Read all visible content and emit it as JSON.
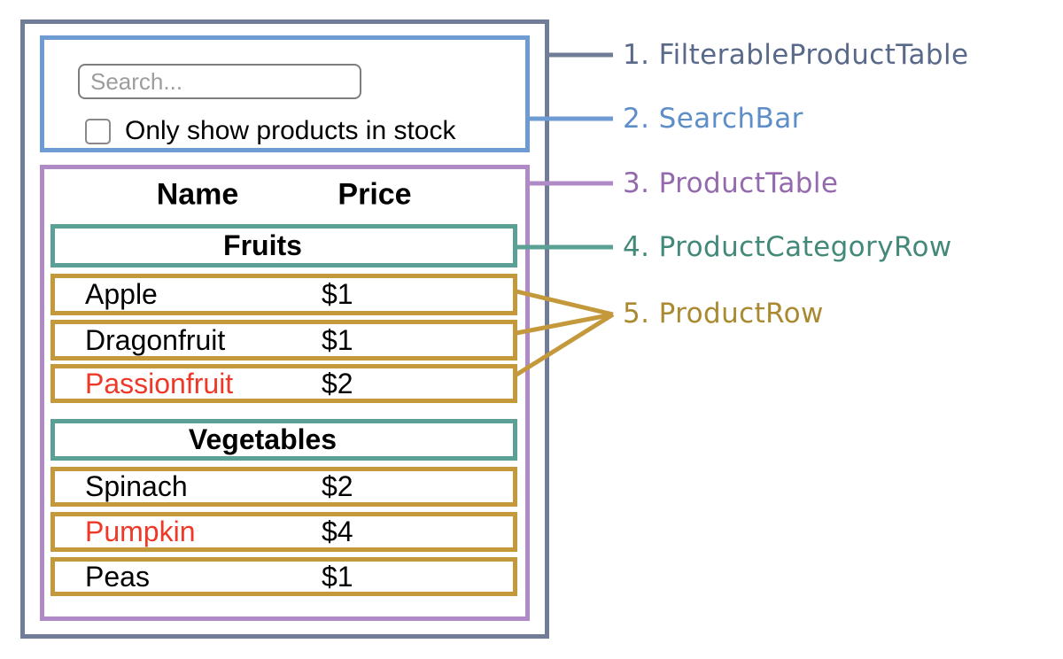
{
  "colors": {
    "frame-border": "#717c96",
    "frame-text": "#59698a",
    "search-border": "#6f9bd3",
    "search-text": "#5e8ec8",
    "table-border": "#b08ac7",
    "table-text": "#9569ad",
    "category-border": "#5aa094",
    "category-text": "#43897a",
    "row-border": "#c4993c",
    "row-text": "#a98a31",
    "out-of-stock": "#ef3828"
  },
  "search_bar": {
    "placeholder": "Search...",
    "checkbox_label": "Only show products in stock",
    "checkbox_checked": false
  },
  "product_table": {
    "headers": {
      "name": "Name",
      "price": "Price"
    },
    "sections": [
      {
        "category": "Fruits",
        "rows": [
          {
            "name": "Apple",
            "price": "$1",
            "out_of_stock": false
          },
          {
            "name": "Dragonfruit",
            "price": "$1",
            "out_of_stock": false
          },
          {
            "name": "Passionfruit",
            "price": "$2",
            "out_of_stock": true
          }
        ]
      },
      {
        "category": "Vegetables",
        "rows": [
          {
            "name": "Spinach",
            "price": "$2",
            "out_of_stock": false
          },
          {
            "name": "Pumpkin",
            "price": "$4",
            "out_of_stock": true
          },
          {
            "name": "Peas",
            "price": "$1",
            "out_of_stock": false
          }
        ]
      }
    ]
  },
  "legend": {
    "items": [
      {
        "text": "1. FilterableProductTable"
      },
      {
        "text": "2. SearchBar"
      },
      {
        "text": "3. ProductTable"
      },
      {
        "text": "4. ProductCategoryRow"
      },
      {
        "text": "5. ProductRow"
      }
    ]
  }
}
